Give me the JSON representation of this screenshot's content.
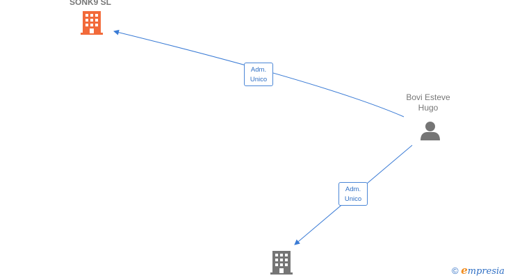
{
  "nodes": {
    "company_top": {
      "label": "SONK9  SL",
      "icon": "building-icon",
      "color": "#f26a3a"
    },
    "person": {
      "label_line1": "Bovi Esteve",
      "label_line2": "Hugo",
      "icon": "person-icon",
      "color": "#757575"
    },
    "company_bottom": {
      "label": "",
      "icon": "building-icon",
      "color": "#757575"
    }
  },
  "edges": [
    {
      "from": "person",
      "to": "company_top",
      "label_line1": "Adm.",
      "label_line2": "Unico"
    },
    {
      "from": "person",
      "to": "company_bottom",
      "label_line1": "Adm.",
      "label_line2": "Unico"
    }
  ],
  "colors": {
    "edge": "#3a7bd5",
    "edge_label_border": "#4a86d6",
    "edge_label_text": "#2f6fc4"
  },
  "watermark": {
    "copyright": "©",
    "brand_first": "e",
    "brand_rest": "mpresia"
  }
}
